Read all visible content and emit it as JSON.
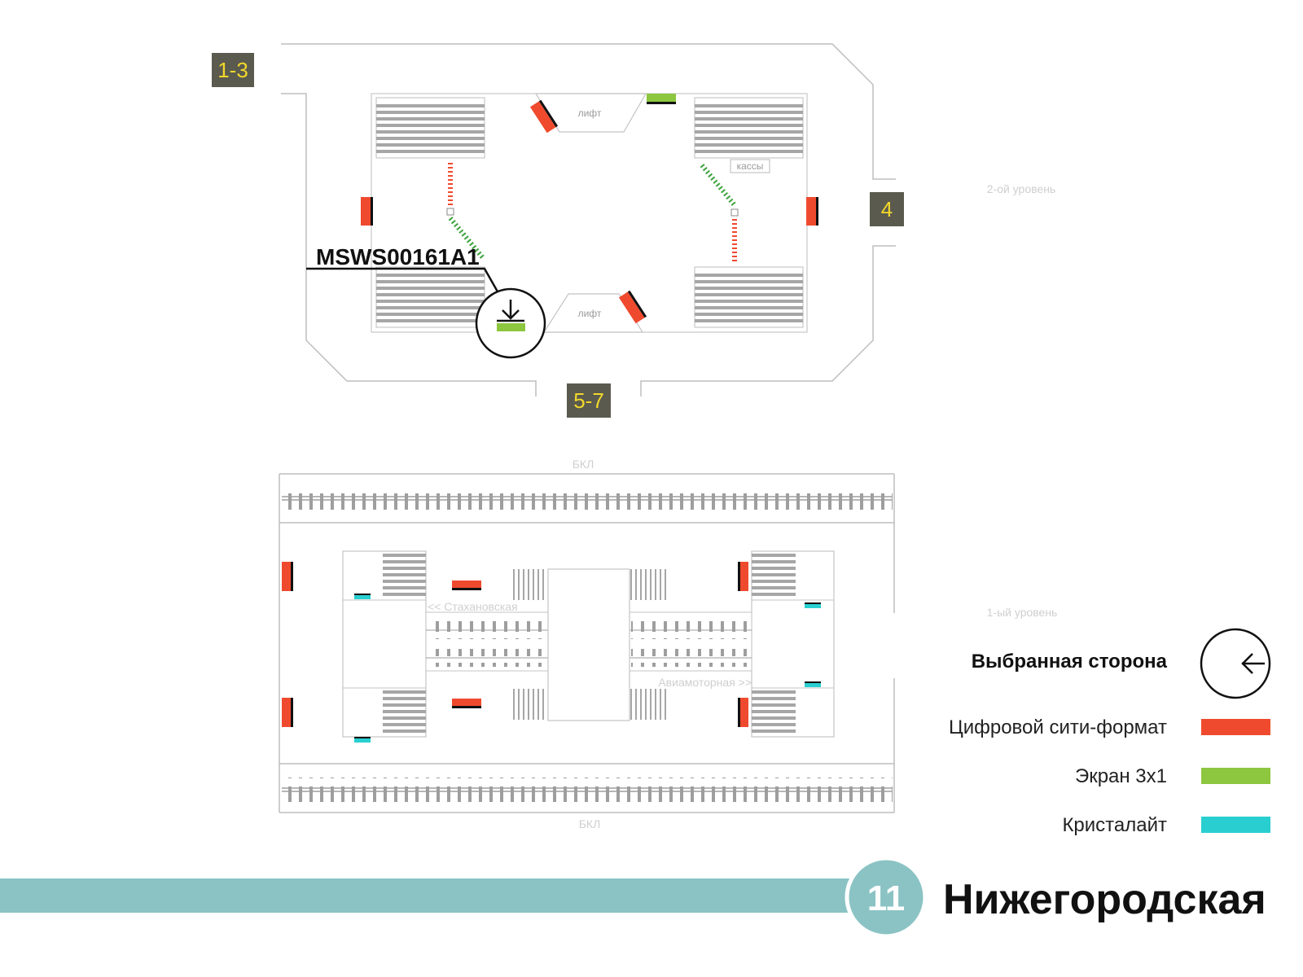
{
  "colors": {
    "digital_city_format": "#f04a2e",
    "screen_3x1": "#8dc63f",
    "crystalite": "#29cfd0",
    "exit_box": "#5a5a4e",
    "exit_text": "#f2d82c",
    "line_bar": "#8bc3c4"
  },
  "level2": {
    "label": "2-ой уровень",
    "exits": {
      "e13": "1-3",
      "e4": "4",
      "e57": "5-7"
    },
    "lift_top": "лифт",
    "lift_bottom": "лифт",
    "tickets": "кассы"
  },
  "selected_code": "MSWS00161A1",
  "level1": {
    "label": "1-ый уровень",
    "track_top": "БКЛ",
    "track_bottom": "БКЛ",
    "dir_left": "<< Стахановская",
    "dir_right": "Авиамоторная >>"
  },
  "legend": {
    "selected_side": "Выбранная сторона",
    "digital_city_format": "Цифровой сити-формат",
    "screen_3x1": "Экран 3х1",
    "crystalite": "Кристалайт"
  },
  "footer": {
    "line_number": "11",
    "station_name": "Нижегородская"
  }
}
